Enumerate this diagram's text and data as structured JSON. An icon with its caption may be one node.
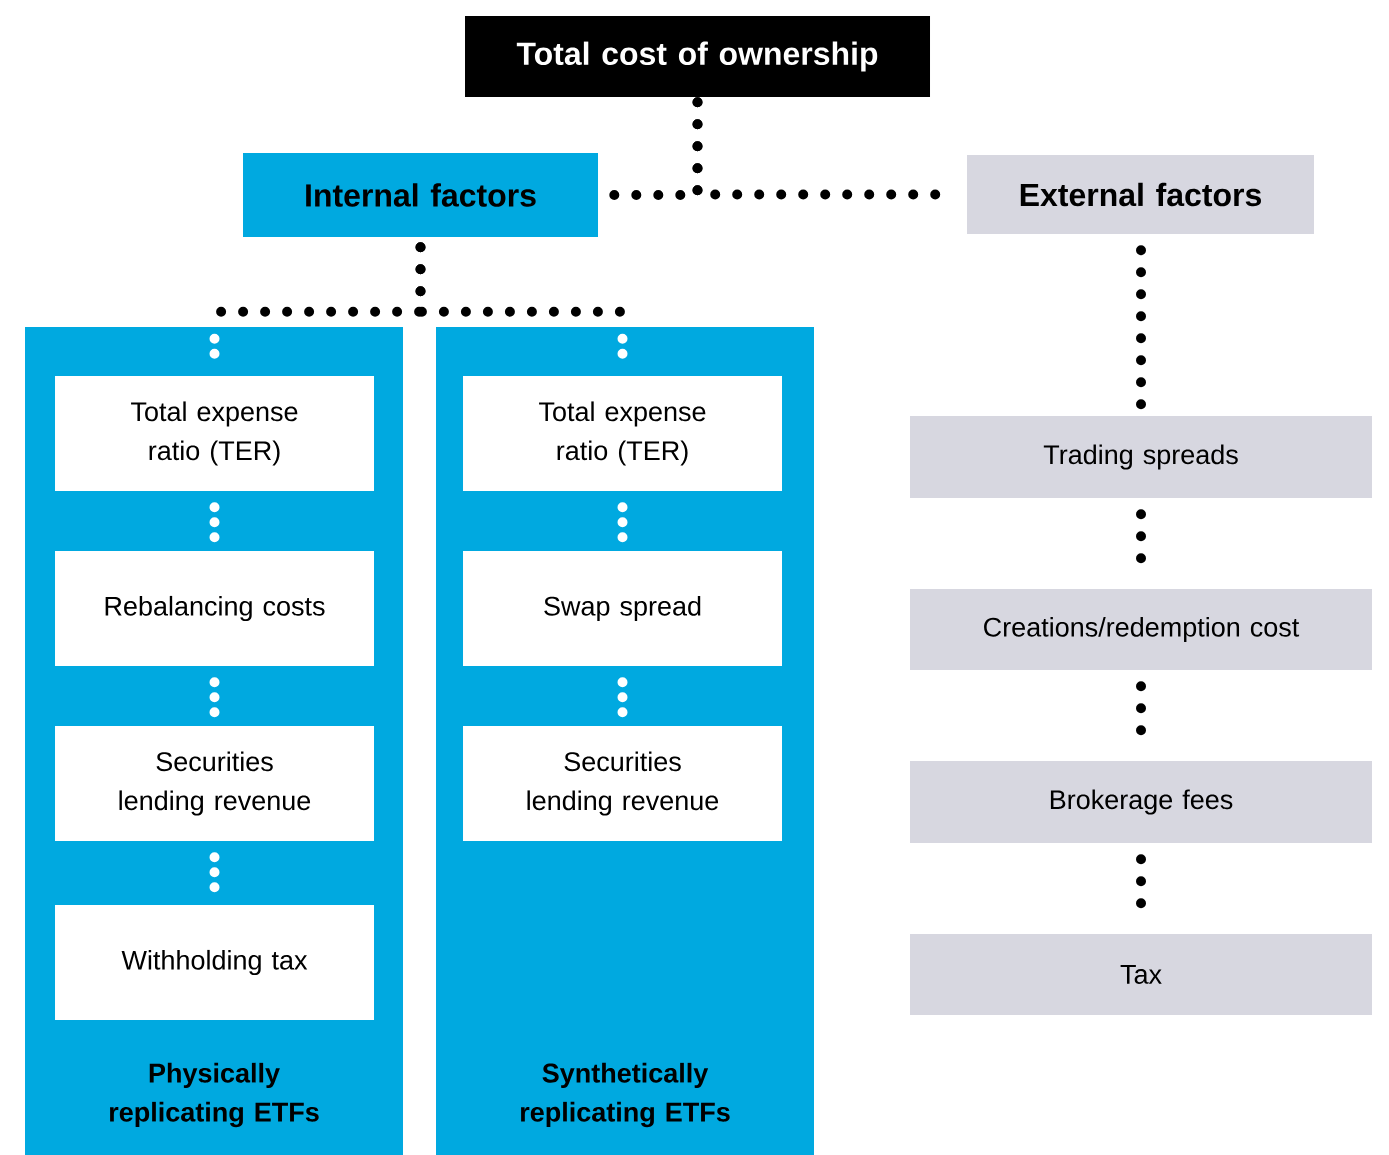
{
  "diagram": {
    "nodes": [
      {
        "text": [
          "Total cost of ownership"
        ]
      },
      {
        "text": [
          "Internal factors"
        ]
      },
      {
        "text": [
          "External factors"
        ]
      },
      {
        "text": [
          "Physically replicating ETFs"
        ]
      },
      {
        "text": [
          "Total expense ratio (TER)"
        ],
        "in": 3
      },
      {
        "text": [
          "Rebalancing costs"
        ],
        "in": 3
      },
      {
        "text": [
          "Securities lending revenue"
        ],
        "in": 3
      },
      {
        "text": [
          "Withholding tax"
        ],
        "in": 3
      },
      {
        "text": [
          "Synthetically replicating ETFs"
        ]
      },
      {
        "text": [
          "Total expense ratio (TER)"
        ],
        "in": 8
      },
      {
        "text": [
          "Swap spread"
        ],
        "in": 8
      },
      {
        "text": [
          "Securities lending revenue"
        ],
        "in": 8
      },
      {
        "text": [
          "Trading spreads"
        ]
      },
      {
        "text": [
          "Creations/redemption cost"
        ]
      },
      {
        "text": [
          "Brokerage fees"
        ]
      },
      {
        "text": [
          "Tax"
        ]
      }
    ],
    "edges": [
      {
        "from": 0,
        "to": 1,
        "arrow": "none"
      },
      {
        "from": 0,
        "to": 2,
        "arrow": "none"
      },
      {
        "from": 1,
        "to": 3,
        "arrow": "none"
      },
      {
        "from": 1,
        "to": 8,
        "arrow": "none"
      },
      {
        "from": 3,
        "to": 4,
        "arrow": "none",
        "color": "#ffffff"
      },
      {
        "from": 4,
        "to": 5,
        "arrow": "none",
        "color": "#ffffff"
      },
      {
        "from": 5,
        "to": 6,
        "arrow": "none",
        "color": "#ffffff"
      },
      {
        "from": 6,
        "to": 7,
        "arrow": "none",
        "color": "#ffffff"
      },
      {
        "from": 8,
        "to": 9,
        "arrow": "none",
        "color": "#ffffff"
      },
      {
        "from": 9,
        "to": 10,
        "arrow": "none",
        "color": "#ffffff"
      },
      {
        "from": 10,
        "to": 11,
        "arrow": "none",
        "color": "#ffffff"
      },
      {
        "from": 2,
        "to": 12,
        "arrow": "none"
      },
      {
        "from": 12,
        "to": 13,
        "arrow": "none"
      },
      {
        "from": 13,
        "to": 14,
        "arrow": "none"
      },
      {
        "from": 14,
        "to": 15,
        "arrow": "none"
      }
    ]
  }
}
